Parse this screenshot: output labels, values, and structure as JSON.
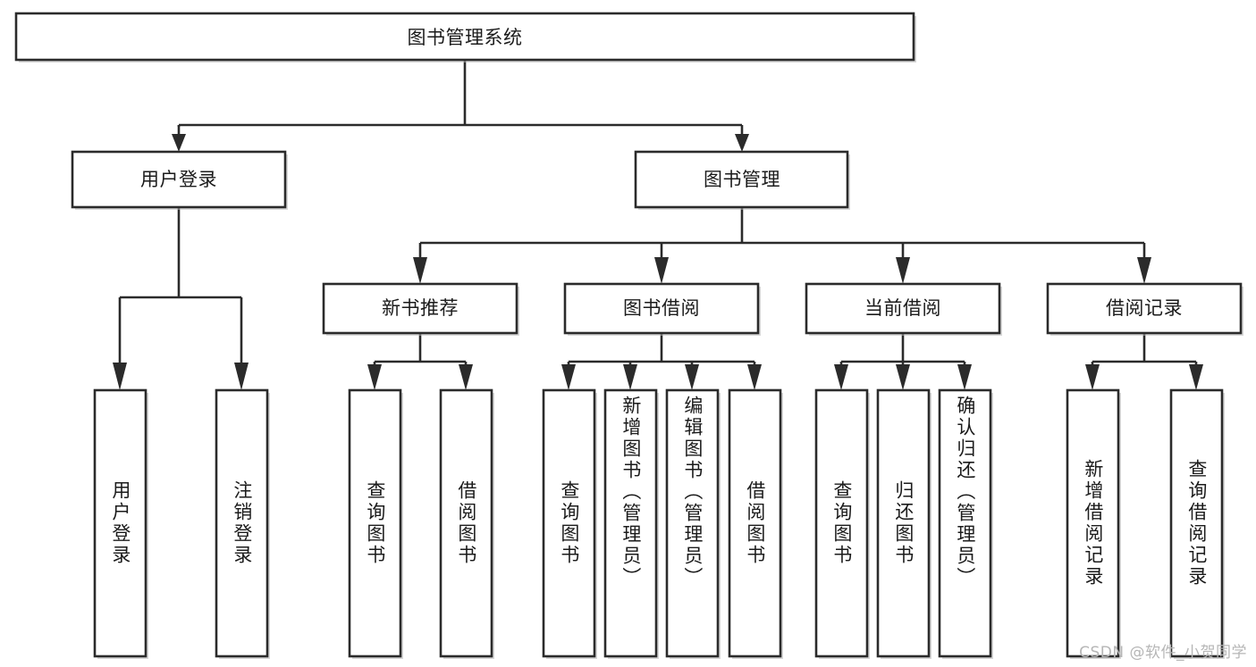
{
  "diagram": {
    "title": "图书管理系统",
    "type": "tree",
    "orientation": "top-down",
    "colors": {
      "box_stroke": "#2b2b2b",
      "box_fill": "#ffffff",
      "connector": "#2b2b2b",
      "text": "#1b1b1b",
      "watermark": "#b6b6b6",
      "background": "#ffffff"
    },
    "root": {
      "label": "图书管理系统"
    },
    "level2": [
      {
        "id": "user-login",
        "label": "用户登录"
      },
      {
        "id": "book-management",
        "label": "图书管理"
      }
    ],
    "level3": [
      {
        "id": "new-book-recommend",
        "label": "新书推荐",
        "parent": "book-management"
      },
      {
        "id": "book-borrow",
        "label": "图书借阅",
        "parent": "book-management"
      },
      {
        "id": "current-borrow",
        "label": "当前借阅",
        "parent": "book-management"
      },
      {
        "id": "borrow-record",
        "label": "借阅记录",
        "parent": "book-management"
      }
    ],
    "leaves": [
      {
        "id": "leaf-user-login",
        "label": "用户登录",
        "parent": "user-login"
      },
      {
        "id": "leaf-logout-login",
        "label": "注销登录",
        "parent": "user-login"
      },
      {
        "id": "leaf-query-book-1",
        "label": "查询图书",
        "parent": "new-book-recommend"
      },
      {
        "id": "leaf-borrow-book-1",
        "label": "借阅图书",
        "parent": "new-book-recommend"
      },
      {
        "id": "leaf-query-book-2",
        "label": "查询图书",
        "parent": "book-borrow"
      },
      {
        "id": "leaf-add-book",
        "label": "新增图书（管理员）",
        "parent": "book-borrow"
      },
      {
        "id": "leaf-edit-book",
        "label": "编辑图书（管理员）",
        "parent": "book-borrow"
      },
      {
        "id": "leaf-borrow-book-2",
        "label": "借阅图书",
        "parent": "book-borrow"
      },
      {
        "id": "leaf-query-book-3",
        "label": "查询图书",
        "parent": "current-borrow"
      },
      {
        "id": "leaf-return-book",
        "label": "归还图书",
        "parent": "current-borrow"
      },
      {
        "id": "leaf-confirm-return",
        "label": "确认归还（管理员）",
        "parent": "current-borrow"
      },
      {
        "id": "leaf-add-record",
        "label": "新增借阅记录",
        "parent": "borrow-record"
      },
      {
        "id": "leaf-query-record",
        "label": "查询借阅记录",
        "parent": "borrow-record"
      }
    ]
  },
  "watermark": {
    "text": "CSDN @软件_小贺同学"
  }
}
